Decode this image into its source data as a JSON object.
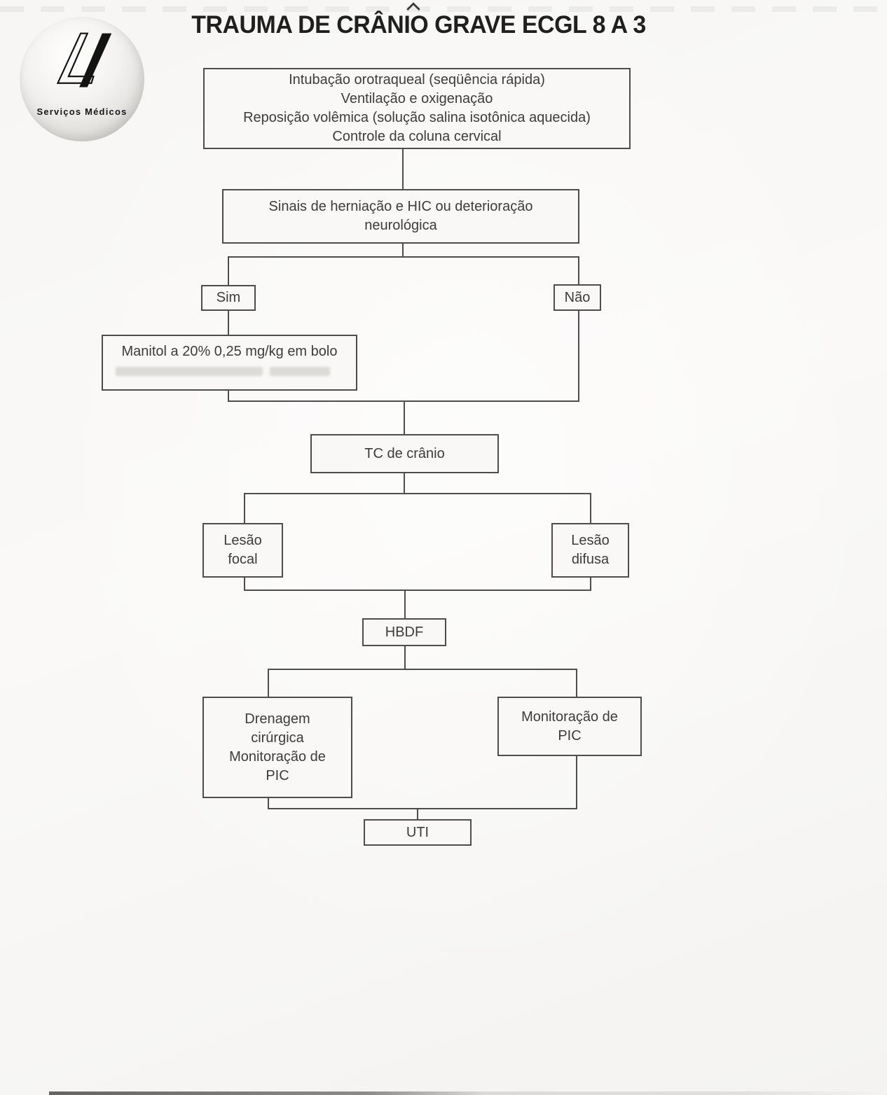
{
  "title": "TRAUMA DE CRÂNIO GRAVE ECGL 8 A 3",
  "logo": {
    "subtitle": "Serviços Médicos"
  },
  "flow": {
    "initial": {
      "lines": [
        "Intubação orotraqueal (seqüência rápida)",
        "Ventilação e oxigenação",
        "Reposição volêmica (solução salina isotônica aquecida)",
        "Controle da coluna cervical"
      ]
    },
    "herniation": {
      "lines": [
        "Sinais de herniação e HIC ou deterioração",
        "neurológica"
      ]
    },
    "yes": {
      "label": "Sim"
    },
    "no": {
      "label": "Não"
    },
    "mannitol": {
      "text": "Manitol a 20% 0,25 mg/kg em bolo"
    },
    "ct": {
      "text": "TC de crânio"
    },
    "focal": {
      "lines": [
        "Lesão",
        "focal"
      ]
    },
    "diffuse": {
      "lines": [
        "Lesão",
        "difusa"
      ]
    },
    "hbdf": {
      "text": "HBDF"
    },
    "surgery": {
      "lines": [
        "Drenagem",
        "cirúrgica",
        "Monitoração de",
        "PIC"
      ]
    },
    "icp": {
      "lines": [
        "Monitoração de",
        "PIC"
      ]
    },
    "icu": {
      "text": "UTI"
    }
  },
  "colors": {
    "line": "#4d4d4d",
    "text": "#3c3c3c",
    "title": "#1f1f1f",
    "background": "#f8f7f5"
  }
}
